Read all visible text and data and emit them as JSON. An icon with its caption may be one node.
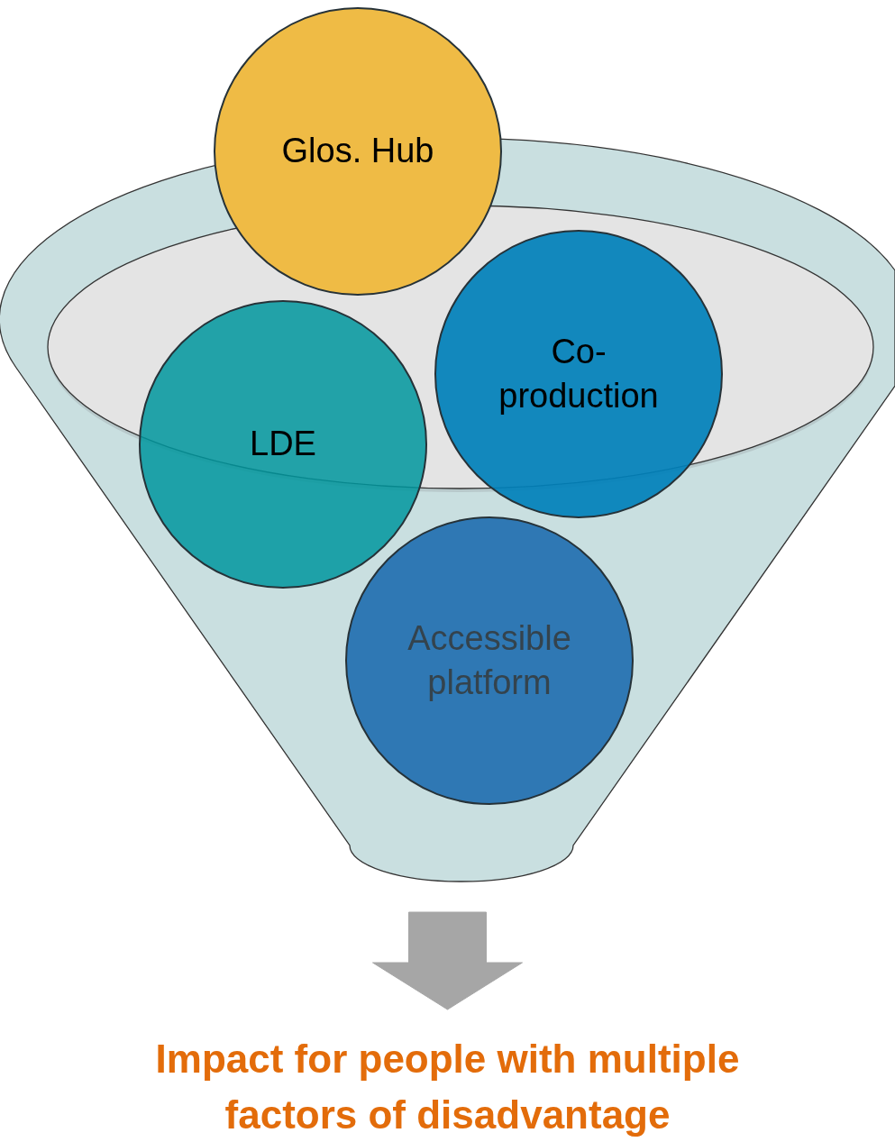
{
  "diagram": {
    "nodes": [
      {
        "text": [],
        "shape": "funnel"
      },
      {
        "text": [
          "Glos. Hub"
        ]
      },
      {
        "text": [
          "LDE"
        ],
        "in": 0
      },
      {
        "text": [
          "Co-production"
        ],
        "in": 0
      },
      {
        "text": [
          "Accessible platform"
        ],
        "in": 0
      },
      {
        "text": [
          "Impact for people with multiple factors of disadvantage"
        ]
      }
    ],
    "edges": [
      {
        "from": 0,
        "to": 5,
        "arrow": "to",
        "style": "thick",
        "color": "#a6a6a6"
      }
    ]
  }
}
